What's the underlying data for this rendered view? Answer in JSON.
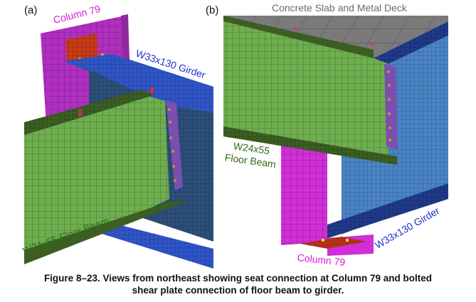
{
  "figure": {
    "number": "Figure 8–23.",
    "caption_line1": "Figure 8–23.  Views from northeast showing seat connection at Column 79 and bolted",
    "caption_line2": "shear plate connection of floor beam to girder."
  },
  "panel_a": {
    "label": "(a)",
    "annotations": {
      "column": "Column 79",
      "girder": "W33x130 Girder",
      "floor_beam": "W24x55 Floor Beam"
    }
  },
  "panel_b": {
    "label": "(b)",
    "annotations": {
      "slab": "Concrete Slab and Metal Deck",
      "floor_beam_line1": "W24x55",
      "floor_beam_line2": "Floor Beam",
      "girder": "W33x130 Girder",
      "column": "Column 79"
    }
  },
  "colors": {
    "column": "#b02fc0",
    "seat": "#d2401f",
    "girder_flange": "#2f55c8",
    "girder_web_a": "#2c4f7a",
    "girder_web_b": "#4a84c6",
    "beam_web": "#6fae4f",
    "beam_flange": "#3c5e22",
    "shear_plate": "#7a4fb0",
    "slab": "#7a7a7a",
    "bolt": "#d09020",
    "stud": "#c0305a"
  }
}
